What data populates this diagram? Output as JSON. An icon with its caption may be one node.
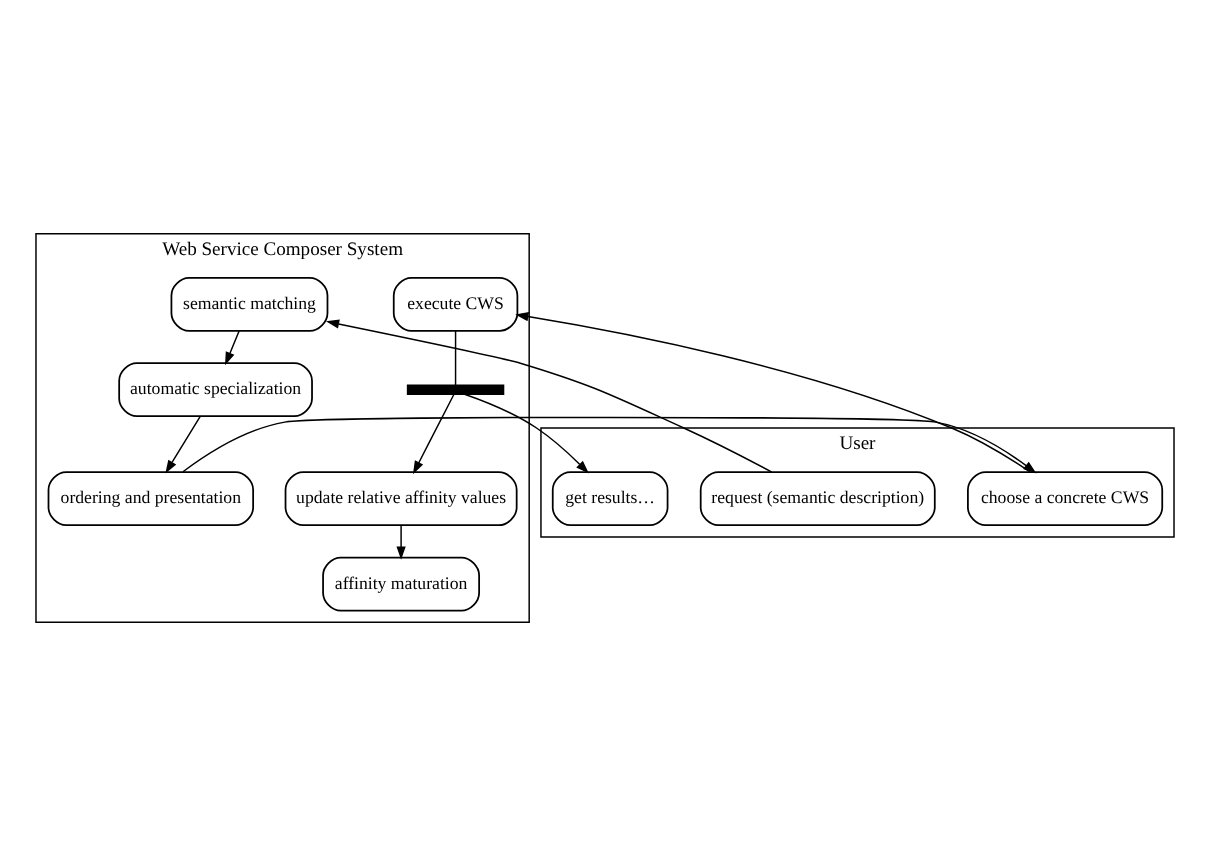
{
  "diagram": {
    "nodes": [
      {
        "text": [
          "Web Service Composer System"
        ]
      },
      {
        "text": [
          "User"
        ]
      },
      {
        "text": [
          "request (semantic description)"
        ],
        "in": 1
      },
      {
        "text": [
          "semantic matching"
        ],
        "in": 0
      },
      {
        "text": [
          "automatic specialization"
        ],
        "in": 0
      },
      {
        "text": [
          "ordering and presentation"
        ],
        "in": 0
      },
      {
        "text": [
          "choose a concrete CWS"
        ],
        "in": 1
      },
      {
        "text": [
          "execute CWS"
        ],
        "in": 0
      },
      {
        "text": [],
        "shape": "bar",
        "in": 0
      },
      {
        "text": [
          "update relative affinity values"
        ],
        "in": 0
      },
      {
        "text": [
          "affinity maturation"
        ],
        "in": 0
      },
      {
        "text": [
          "get results…"
        ],
        "in": 1
      }
    ],
    "edges": [
      {
        "from": 2,
        "to": 3,
        "arrow": "to"
      },
      {
        "from": 3,
        "to": 4,
        "arrow": "to"
      },
      {
        "from": 4,
        "to": 5,
        "arrow": "to"
      },
      {
        "from": 5,
        "to": 6,
        "arrow": "to"
      },
      {
        "from": 6,
        "to": 7,
        "arrow": "to"
      },
      {
        "from": 7,
        "to": 8,
        "arrow": "none"
      },
      {
        "from": 8,
        "to": 9,
        "arrow": "to"
      },
      {
        "from": 8,
        "to": 11,
        "arrow": "to"
      },
      {
        "from": 9,
        "to": 10,
        "arrow": "to"
      }
    ]
  }
}
